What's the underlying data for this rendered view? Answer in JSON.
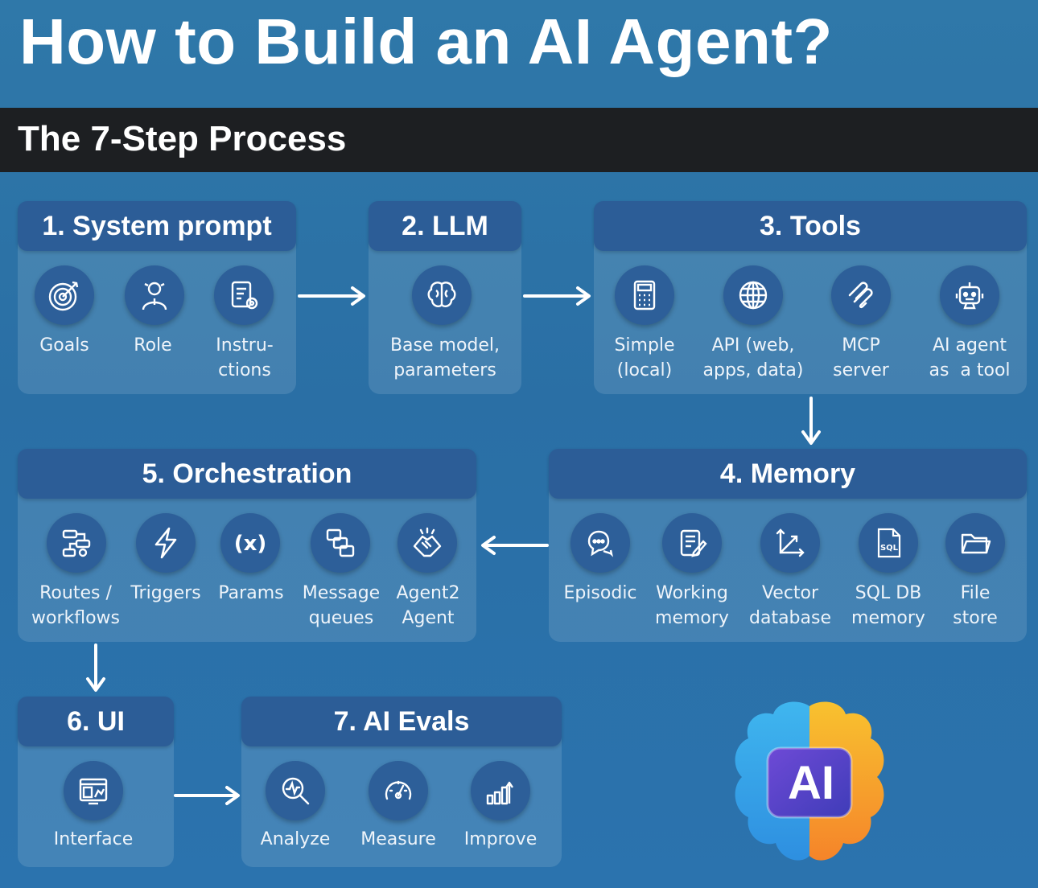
{
  "title": "How to Build an AI Agent?",
  "subtitle": "The 7-Step Process",
  "steps": {
    "system_prompt": {
      "title": "1. System prompt",
      "items": [
        {
          "label": "Goals",
          "icon": "target-icon"
        },
        {
          "label": "Role",
          "icon": "person-icon"
        },
        {
          "label": "Instru-\nctions",
          "icon": "document-gear-icon"
        }
      ]
    },
    "llm": {
      "title": "2. LLM",
      "items": [
        {
          "label": "Base model,\nparameters",
          "icon": "brain-icon"
        }
      ]
    },
    "tools": {
      "title": "3. Tools",
      "items": [
        {
          "label": "Simple\n(local)",
          "icon": "calculator-icon"
        },
        {
          "label": "API (web,\napps, data)",
          "icon": "globe-icon"
        },
        {
          "label": "MCP\nserver",
          "icon": "mcp-icon"
        },
        {
          "label": "AI agent\nas  a tool",
          "icon": "robot-icon"
        }
      ]
    },
    "memory": {
      "title": "4. Memory",
      "items": [
        {
          "label": "Episodic",
          "icon": "chat-bubbles-icon"
        },
        {
          "label": "Working\nmemory",
          "icon": "notepad-icon"
        },
        {
          "label": "Vector\ndatabase",
          "icon": "vector-axes-icon"
        },
        {
          "label": "SQL DB\nmemory",
          "icon": "sql-file-icon"
        },
        {
          "label": "File\nstore",
          "icon": "folder-icon"
        }
      ]
    },
    "orchestration": {
      "title": "5. Orchestration",
      "items": [
        {
          "label": "Routes /\nworkflows",
          "icon": "workflow-icon"
        },
        {
          "label": "Triggers",
          "icon": "lightning-icon"
        },
        {
          "label": "Params",
          "icon": "variable-x-icon"
        },
        {
          "label": "Message\nqueues",
          "icon": "queue-icon"
        },
        {
          "label": "Agent2\nAgent",
          "icon": "handshake-icon"
        }
      ]
    },
    "ui": {
      "title": "6. UI",
      "items": [
        {
          "label": "Interface",
          "icon": "interface-icon"
        }
      ]
    },
    "evals": {
      "title": "7. AI Evals",
      "items": [
        {
          "label": "Analyze",
          "icon": "magnifier-icon"
        },
        {
          "label": "Measure",
          "icon": "gauge-icon"
        },
        {
          "label": "Improve",
          "icon": "growth-chart-icon"
        }
      ]
    }
  },
  "badge": {
    "text": "AI",
    "icon": "ai-brain-icon"
  },
  "colors": {
    "background": "#2b73ae",
    "subtitle_bar": "#1d1f22",
    "header": "#2c5d97",
    "icon_circle": "#2d5f99"
  }
}
